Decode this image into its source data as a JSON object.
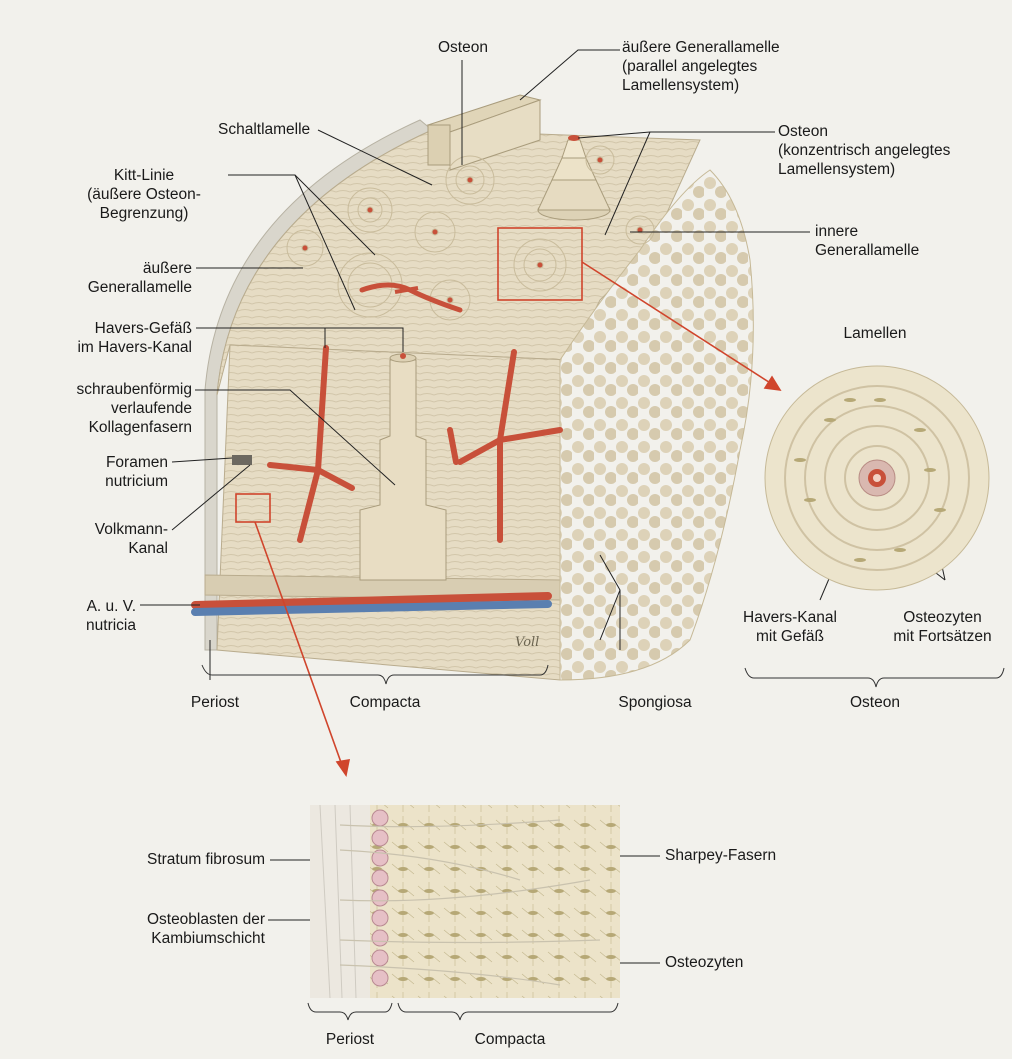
{
  "labels": {
    "osteon_top": "Osteon",
    "outer_general_lamella_top": "äußere Generallamelle\n(parallel angelegtes\nLamellensystem)",
    "schaltlamelle": "Schaltlamelle",
    "osteon_concentric": "Osteon\n(konzentrisch angelegtes\nLamellensystem)",
    "kitt_linie": "Kitt-Linie\n(äußere Osteon-\nBegrenzung)",
    "inner_general_lamella": "innere\nGenerallamelle",
    "outer_general_lamella_left": "äußere\nGenerallamelle",
    "havers_vessel": "Havers-Gefäß\nim Havers-Kanal",
    "lamellen": "Lamellen",
    "collagen_fibres": "schraubenförmig\nverlaufende\nKollagenfasern",
    "foramen": "Foramen\nnutricium",
    "volkmann": "Volkmann-\nKanal",
    "a_u_v": "A. u. V.\nnutricia",
    "havers_canal_vessel": "Havers-Kanal\nmit Gefäß",
    "osteocytes_processes": "Osteozyten\nmit Fortsätzen",
    "periost": "Periost",
    "compacta": "Compacta",
    "spongiosa": "Spongiosa",
    "osteon_bottom": "Osteon",
    "stratum_fibrosum": "Stratum fibrosum",
    "sharpey": "Sharpey-Fasern",
    "osteoblasts": "Osteoblasten der\nKambiumschicht",
    "osteozyten": "Osteozyten",
    "periost_detail": "Periost",
    "compacta_detail": "Compacta",
    "signature": "Voll"
  },
  "colors": {
    "bone": "#e6dcc4",
    "bone_dark": "#cfc2a4",
    "vessel_red": "#c8503a",
    "vessel_blue": "#5a7fb0",
    "highlight_box": "#d0452c"
  }
}
